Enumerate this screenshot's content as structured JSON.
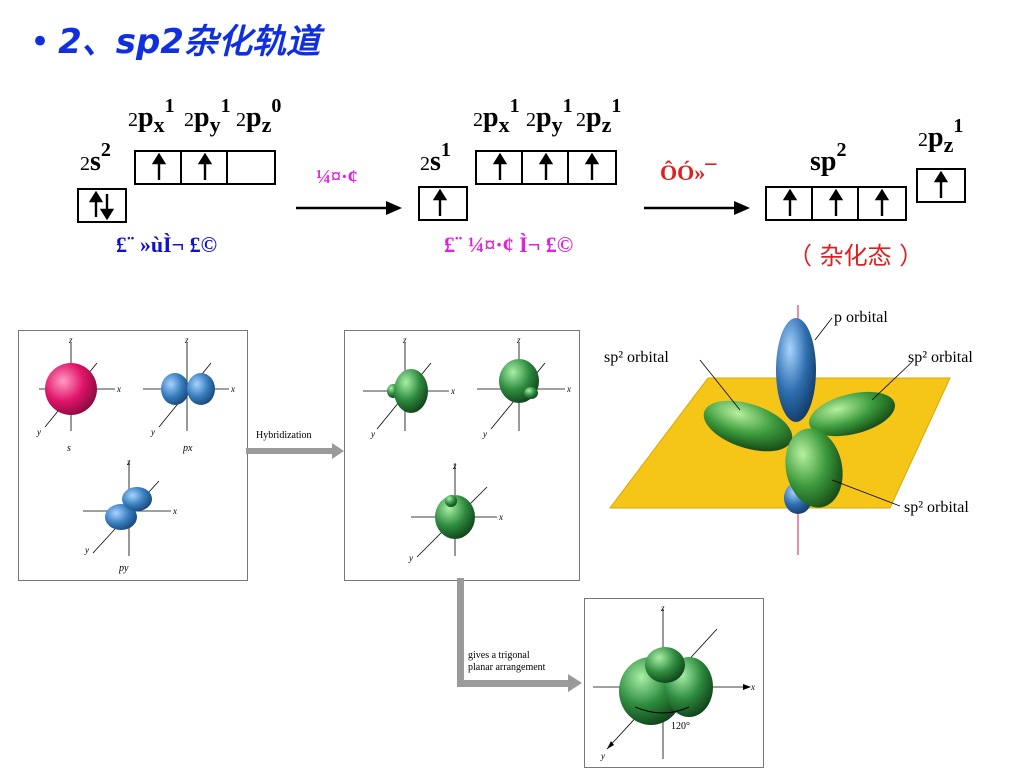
{
  "title": {
    "bullet": "•",
    "text": "2、sp2杂化轨道"
  },
  "config_ground": {
    "s": {
      "prefix": "2",
      "letter": "s",
      "sup": "2"
    },
    "p": [
      {
        "prefix": "2",
        "letter": "p",
        "sub": "x",
        "sup": "1"
      },
      {
        "prefix": "2",
        "letter": "p",
        "sub": "y",
        "sup": "1"
      },
      {
        "prefix": "2",
        "letter": "p",
        "sub": "z",
        "sup": "0"
      }
    ],
    "label": "£¨ »ùÌ¬ £©",
    "label_color": "#1010d0"
  },
  "arrow1_label": "¼¤·¢",
  "config_excited": {
    "s": {
      "prefix": "2",
      "letter": "s",
      "sup": "1"
    },
    "p": [
      {
        "prefix": "2",
        "letter": "p",
        "sub": "x",
        "sup": "1"
      },
      {
        "prefix": "2",
        "letter": "p",
        "sub": "y",
        "sup": "1"
      },
      {
        "prefix": "2",
        "letter": "p",
        "sub": "z",
        "sup": "1"
      }
    ],
    "label": "£¨ ¼¤·¢ Ì¬ £©",
    "label_color": "#e020e0"
  },
  "arrow2_label": "ÔÓ»¯",
  "config_hybrid": {
    "sp": {
      "letter": "sp",
      "sup": "2"
    },
    "pz": {
      "prefix": "2",
      "letter": "p",
      "sub": "z",
      "sup": "1"
    },
    "label": "（ 杂化态 ）",
    "label_color": "#e02020"
  },
  "colors": {
    "title": "#1030e0",
    "magenta": "#e020e0",
    "red": "#e02020",
    "blue_label": "#1010d0",
    "s_orbital": "#e0156a",
    "p_orbital": "#3a7fc0",
    "hybrid_orbital": "#2e8b3e",
    "plane": "#f5c518"
  },
  "figure": {
    "s_label": "s",
    "px_label": "px",
    "py_label": "py",
    "axis_x": "x",
    "axis_y": "y",
    "axis_z": "z",
    "hybridization": "Hybridization",
    "gives_line1": "gives a trigonal",
    "gives_line2": "planar arrangement",
    "angle": "120°",
    "p_orbital": "p orbital",
    "sp2_orbital": "sp² orbital"
  }
}
